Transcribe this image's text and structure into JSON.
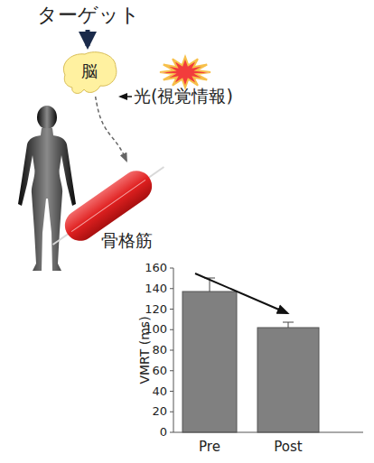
{
  "diagram": {
    "nodes": [
      {
        "text": [
          "脳"
        ]
      },
      {
        "text": [
          "骨格筋"
        ]
      }
    ],
    "edges": [
      {
        "from": 0,
        "to": 1,
        "arrow": "to"
      }
    ],
    "labels": [
      "ターゲット",
      "光(視覚情報)",
      "160",
      "140",
      "120",
      "100",
      "80",
      "60",
      "40",
      "20",
      "0",
      "VMRT (ms)",
      "Pre",
      "Post"
    ]
  }
}
